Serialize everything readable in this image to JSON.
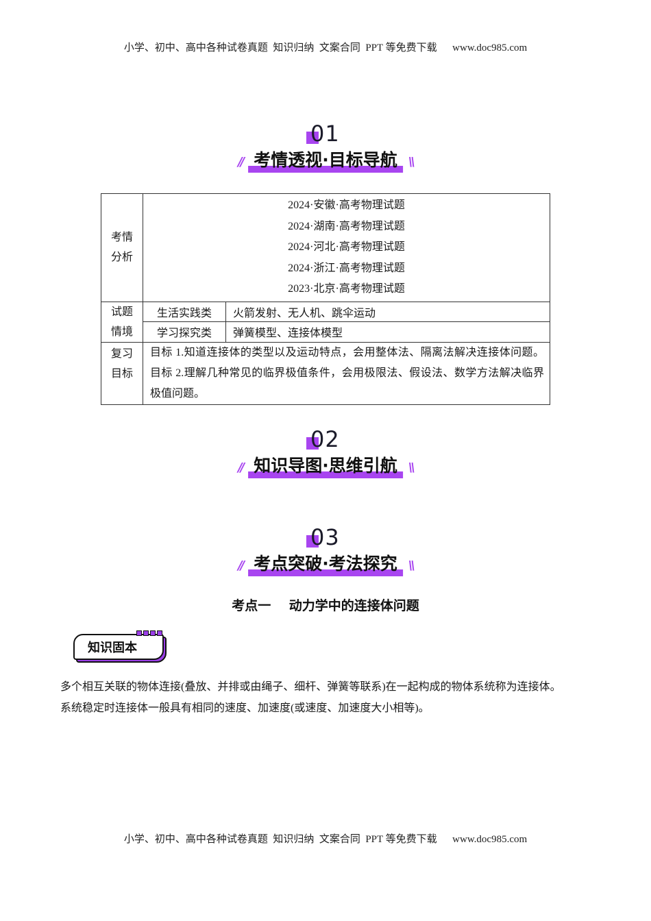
{
  "header": {
    "text": "小学、初中、高中各种试卷真题  知识归纳  文案合同  PPT 等免费下载      www.doc985.com"
  },
  "footer": {
    "text": "小学、初中、高中各种试卷真题  知识归纳  文案合同  PPT 等免费下载      www.doc985.com"
  },
  "accent_color": "#a845f0",
  "sections": [
    {
      "number": "01",
      "title": "考情透视·目标导航",
      "slash_left": "//",
      "slash_right": "\\\\"
    },
    {
      "number": "02",
      "title": "知识导图·思维引航",
      "slash_left": "//",
      "slash_right": "\\\\"
    },
    {
      "number": "03",
      "title": "考点突破·考法探究",
      "slash_left": "//",
      "slash_right": "\\\\"
    }
  ],
  "table": {
    "analysis_label_1": "考情",
    "analysis_label_2": "分析",
    "sources": [
      "2024·安徽·高考物理试题",
      "2024·湖南·高考物理试题",
      "2024·河北·高考物理试题",
      "2024·浙江·高考物理试题",
      "2023·北京·高考物理试题"
    ],
    "context_label_1": "试题",
    "context_label_2": "情境",
    "contexts": [
      {
        "category": "生活实践类",
        "value": "火箭发射、无人机、跳伞运动"
      },
      {
        "category": "学习探究类",
        "value": "弹簧模型、连接体模型"
      }
    ],
    "review_label_1": "复习",
    "review_label_2": "目标",
    "review_goals": "目标 1.知道连接体的类型以及运动特点，会用整体法、隔离法解决连接体问题。目标 2.理解几种常见的临界极值条件，会用极限法、假设法、数学方法解决临界极值问题。"
  },
  "kaodian": {
    "title": "考点一    动力学中的连接体问题"
  },
  "badge": {
    "label": "知识固本"
  },
  "body": {
    "paragraph_1": "多个相互关联的物体连接(叠放、并排或由绳子、细杆、弹簧等联系)在一起构成的物体系统称为连接体。",
    "paragraph_2": "系统稳定时连接体一般具有相同的速度、加速度(或速度、加速度大小相等)。"
  }
}
